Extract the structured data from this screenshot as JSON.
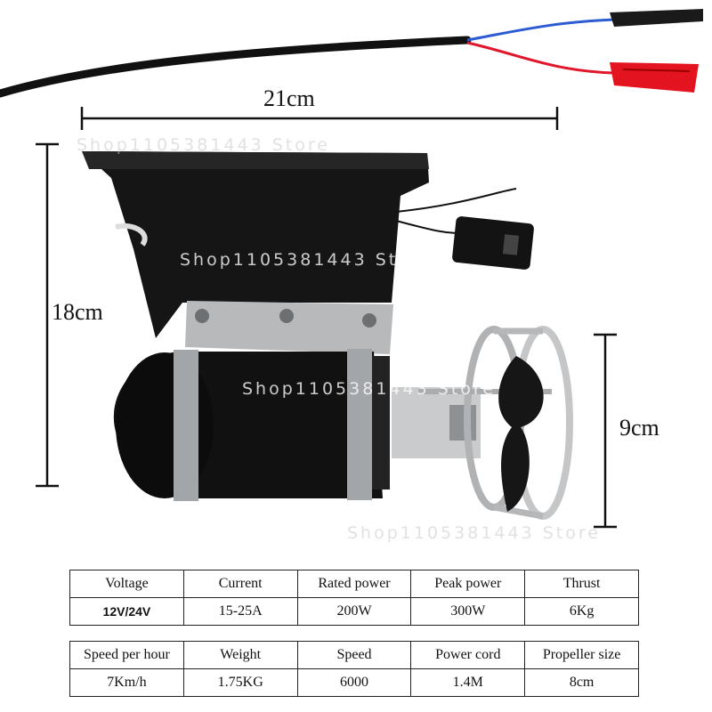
{
  "dimensions": {
    "length": "21cm",
    "height": "18cm",
    "width": "9cm"
  },
  "watermark": "Shop1105381443 Store",
  "table1": {
    "headers": [
      "Voltage",
      "Current",
      "Rated power",
      "Peak power",
      "Thrust"
    ],
    "values": [
      "12V/24V",
      "15-25A",
      "200W",
      "300W",
      "6Kg"
    ]
  },
  "table2": {
    "headers": [
      "Speed per hour",
      "Weight",
      "Speed",
      "Power cord",
      "Propeller size"
    ],
    "values": [
      "7Km/h",
      "1.75KG",
      "6000",
      "1.4M",
      "8cm"
    ]
  }
}
